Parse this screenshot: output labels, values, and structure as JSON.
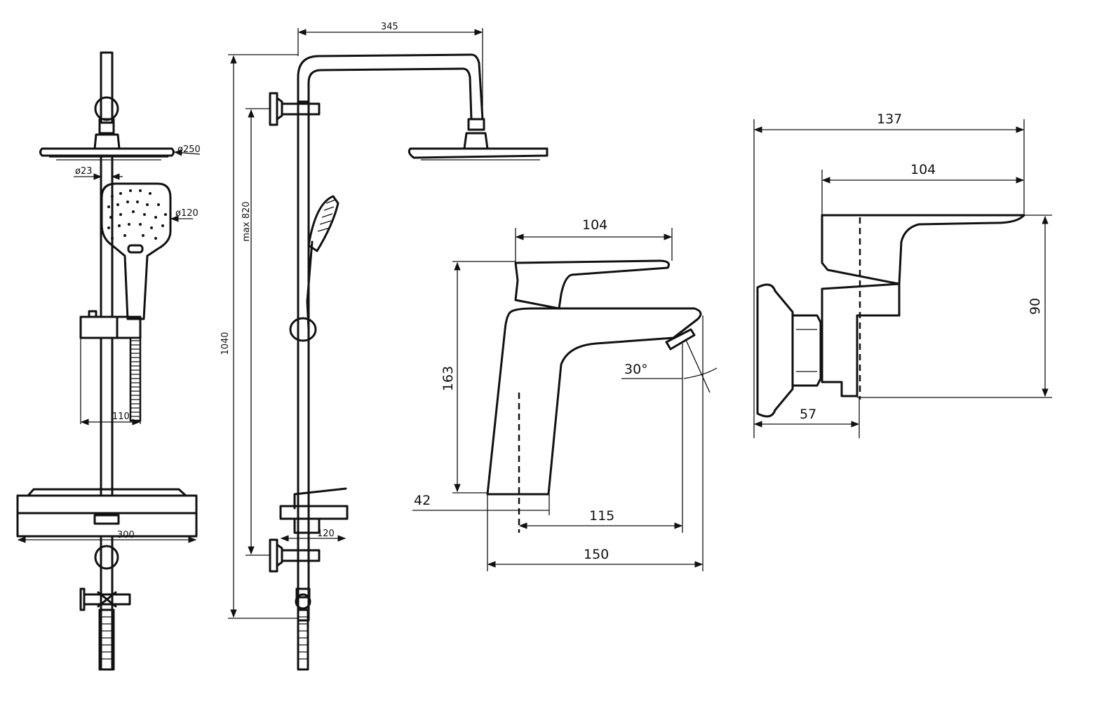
{
  "drawing": {
    "shower_front": {
      "head_diameter": "ø250",
      "pipe_diameter": "ø23",
      "hand_shower_diameter": "ø120",
      "slider_width": "110",
      "shelf_width": "300"
    },
    "shower_side": {
      "arm_reach": "345",
      "total_height": "1040",
      "bracket_spacing": "max 820",
      "mixer_depth": "120"
    },
    "basin_mixer": {
      "lever_length": "104",
      "height": "163",
      "base_height": "42",
      "spout_reach": "115",
      "total_depth": "150",
      "spout_angle": "30°"
    },
    "wall_mixer": {
      "total_depth": "137",
      "lever_length": "104",
      "height": "90",
      "wall_offset": "57"
    }
  }
}
